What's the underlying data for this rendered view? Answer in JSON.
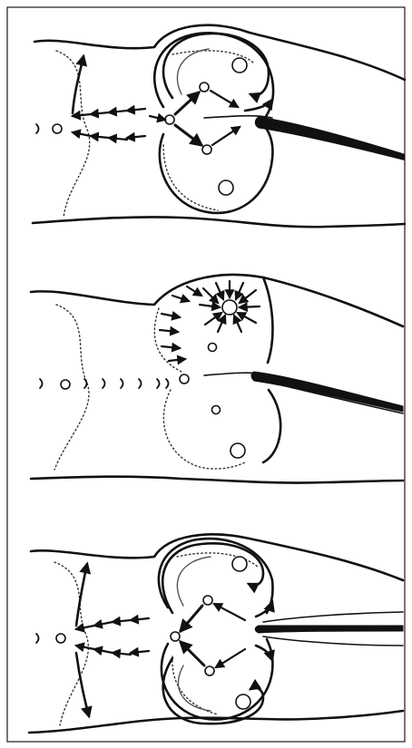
{
  "figure": {
    "panels": [
      {
        "id": "top"
      },
      {
        "id": "middle"
      },
      {
        "id": "bottom"
      }
    ]
  },
  "colors": {
    "ink": "#111111",
    "background": "#ffffff"
  }
}
